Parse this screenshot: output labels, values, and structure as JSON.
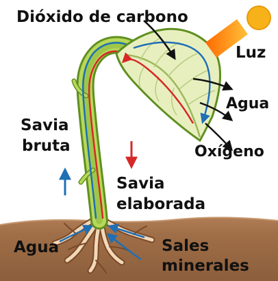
{
  "labels": {
    "co2": "Dióxido de carbono",
    "light": "Luz",
    "water_out": "Agua",
    "oxygen": "Oxígeno",
    "raw_sap_line1": "Savia",
    "raw_sap_line2": "bruta",
    "processed_sap_line1": "Savia",
    "processed_sap_line2": "elaborada",
    "water_in": "Agua",
    "minerals_line1": "Sales",
    "minerals_line2": "minerales"
  },
  "icons": {
    "sun": "sun-icon",
    "raw_sap_arrow": "up-arrow-icon",
    "processed_sap_arrow": "down-arrow-icon"
  },
  "colors": {
    "raw_sap": "#1f6fb5",
    "processed_sap": "#d62828",
    "stem_green": "#8fbf3a",
    "leaf_fill": "#e6edb8",
    "soil": "#9a6a45",
    "sun": "#f7b21a"
  }
}
